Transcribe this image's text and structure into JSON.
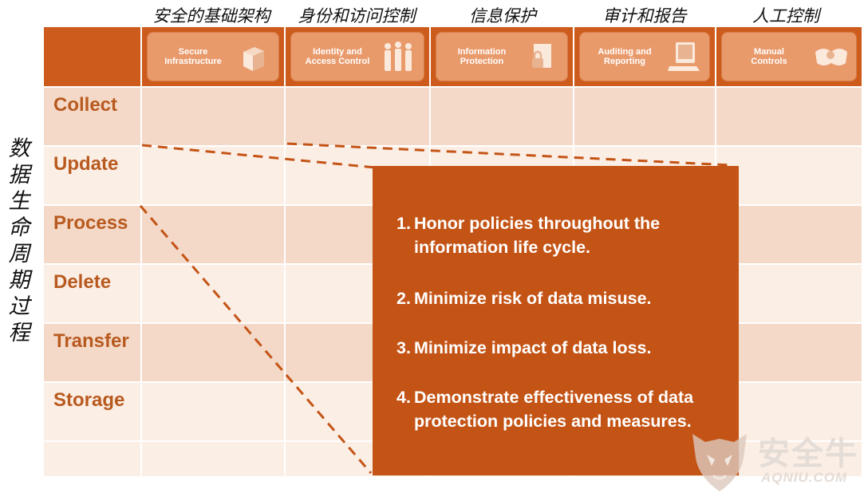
{
  "top_labels": [
    "安全的基础架构",
    "身份和访问控制",
    "信息保护",
    "审计和报告",
    "人工控制"
  ],
  "vertical_label": [
    "数",
    "据",
    "生",
    "命",
    "周",
    "期",
    "过",
    "程"
  ],
  "columns": [
    {
      "label_lines": [
        "Secure",
        "Infrastructure"
      ],
      "icon": "server-box-icon"
    },
    {
      "label_lines": [
        "Identity and",
        "Access Control"
      ],
      "icon": "people-group-icon"
    },
    {
      "label_lines": [
        "Information",
        "Protection"
      ],
      "icon": "document-lock-icon"
    },
    {
      "label_lines": [
        "Auditing and",
        "Reporting"
      ],
      "icon": "computer-monitor-icon"
    },
    {
      "label_lines": [
        "Manual",
        "Controls"
      ],
      "icon": "hands-icon"
    }
  ],
  "rows": [
    "Collect",
    "Update",
    "Process",
    "Delete",
    "Transfer",
    "Storage"
  ],
  "panel_items": [
    {
      "num": "1.",
      "lines": [
        "Honor policies throughout the",
        "information life cycle."
      ]
    },
    {
      "num": "2.",
      "lines": [
        "Minimize risk of data misuse."
      ]
    },
    {
      "num": "3.",
      "lines": [
        "Minimize impact of data loss."
      ]
    },
    {
      "num": "4.",
      "lines": [
        "Demonstrate effectiveness of data",
        "protection policies and measures."
      ]
    }
  ],
  "watermark": {
    "cn": "安全牛",
    "en": "AQNIU.COM"
  },
  "colors": {
    "header": "#cd5c1c",
    "panel": "#c45416",
    "row_dark": "#f4d9c8",
    "row_light": "#fbeee5",
    "label": "#b85a1f"
  }
}
